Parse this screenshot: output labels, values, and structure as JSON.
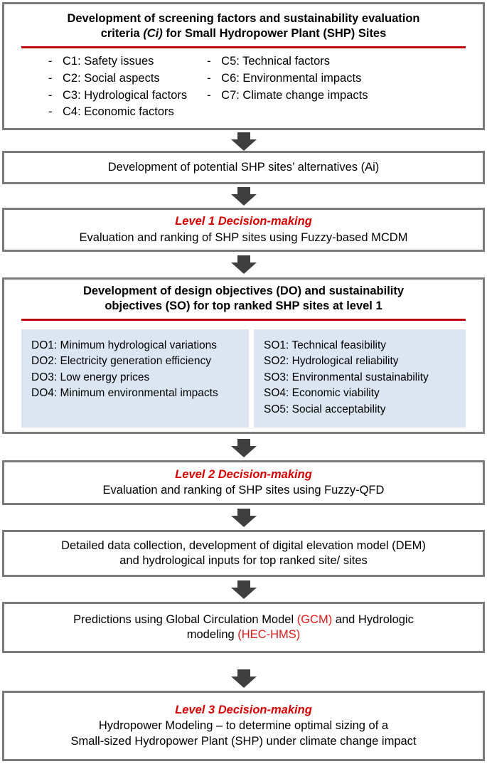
{
  "flowchart": {
    "nodes": [
      {
        "id": "criteria",
        "title_line1": "Development of screening factors and sustainability evaluation",
        "title_line2_pre": "criteria ",
        "title_line2_ital": "(Ci)",
        "title_line2_post": " for Small Hydropower Plant (SHP) Sites",
        "bullet_marker": "-",
        "criteria_left": [
          "C1: Safety issues",
          "C2: Social aspects",
          "C3: Hydrological factors",
          "C4: Economic factors"
        ],
        "criteria_right": [
          "C5: Technical factors",
          "C6: Environmental impacts",
          "C7: Climate change impacts"
        ]
      },
      {
        "id": "alternatives",
        "text_pre": "Development of potential SHP sites’ alternatives ",
        "text_ital": "(Ai)"
      },
      {
        "id": "level1",
        "heading": "Level 1 Decision-making",
        "text": "Evaluation and ranking of SHP sites using Fuzzy-based MCDM"
      },
      {
        "id": "objectives",
        "title_line1": "Development of design objectives (DO) and sustainability",
        "title_line2": "objectives (SO) for top ranked SHP sites at level 1",
        "design_objectives": [
          "DO1: Minimum hydrological variations",
          "DO2: Electricity generation efficiency",
          "DO3: Low energy prices",
          "DO4: Minimum environmental impacts"
        ],
        "sustainability_objectives": [
          "SO1: Technical feasibility",
          "SO2: Hydrological reliability",
          "SO3: Environmental sustainability",
          "SO4: Economic viability",
          "SO5: Social acceptability"
        ]
      },
      {
        "id": "level2",
        "heading": "Level 2 Decision-making",
        "text": "Evaluation and ranking of SHP sites using Fuzzy-QFD"
      },
      {
        "id": "datacollection",
        "line1": "Detailed data collection, development of digital elevation model (DEM)",
        "line2": "and hydrological inputs for top ranked site/ sites"
      },
      {
        "id": "predictions",
        "seg1": "Predictions using Global Circulation Model ",
        "seg2_red": "(GCM)",
        "seg3": " and Hydrologic",
        "seg4": "modeling ",
        "seg5_red": "(HEC-HMS)"
      },
      {
        "id": "level3",
        "heading": "Level 3 Decision-making",
        "line1": "Hydropower Modeling – to determine optimal sizing of a",
        "line2": "Small-sized Hydropower Plant (SHP) under climate change impact"
      }
    ],
    "arrow_count": 7,
    "colors": {
      "border": "#7a7a7a",
      "rule_red": "#BE0A0A",
      "heading_red": "#D40000",
      "inline_red": "#E01B1B",
      "panel_fill": "#DCE6F2",
      "arrow": "#3f3f3f"
    }
  }
}
